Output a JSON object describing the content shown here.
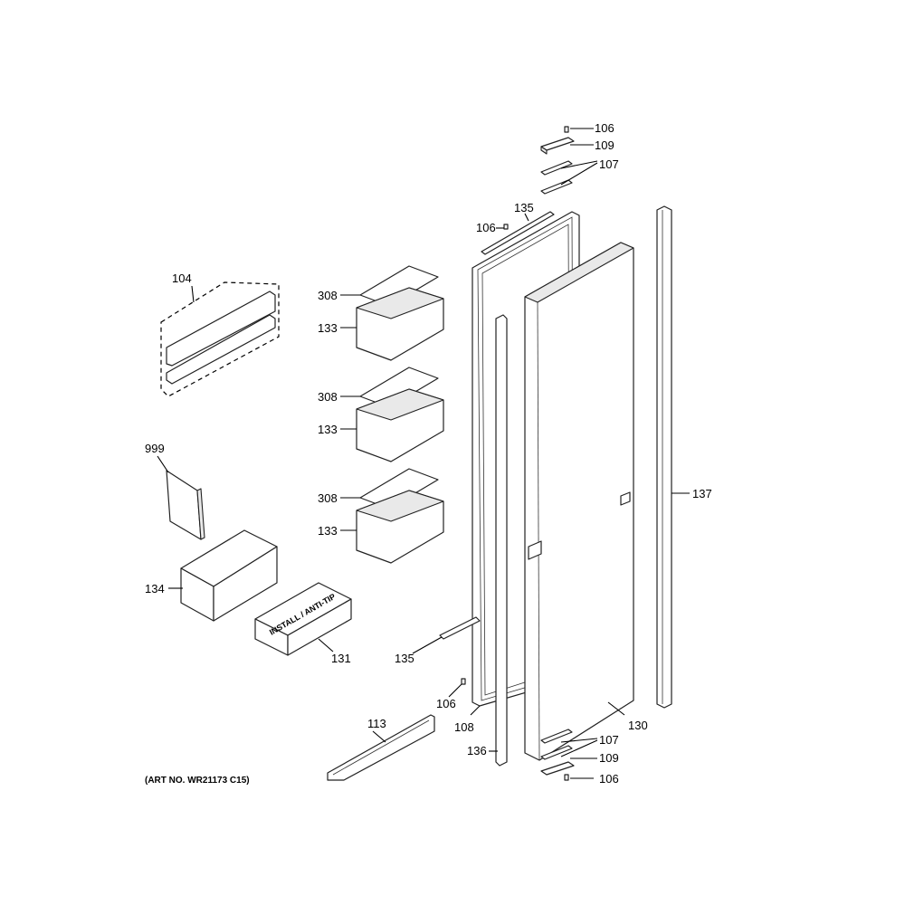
{
  "diagram": {
    "art_number": "(ART NO. WR21173 C15)",
    "box_print": "INSTALL / ANTI-TIP",
    "callouts": {
      "c106_top": "106",
      "c109_top": "109",
      "c107_top": "107",
      "c135_top": "135",
      "c106_mid": "106",
      "c104": "104",
      "c308_1": "308",
      "c133_1": "133",
      "c308_2": "308",
      "c133_2": "133",
      "c308_3": "308",
      "c133_3": "133",
      "c999": "999",
      "c137": "137",
      "c134": "134",
      "c131": "131",
      "c135_bot": "135",
      "c106_low": "106",
      "c108": "108",
      "c130": "130",
      "c113": "113",
      "c136": "136",
      "c107_bot": "107",
      "c109_bot": "109",
      "c106_bot": "106"
    }
  }
}
